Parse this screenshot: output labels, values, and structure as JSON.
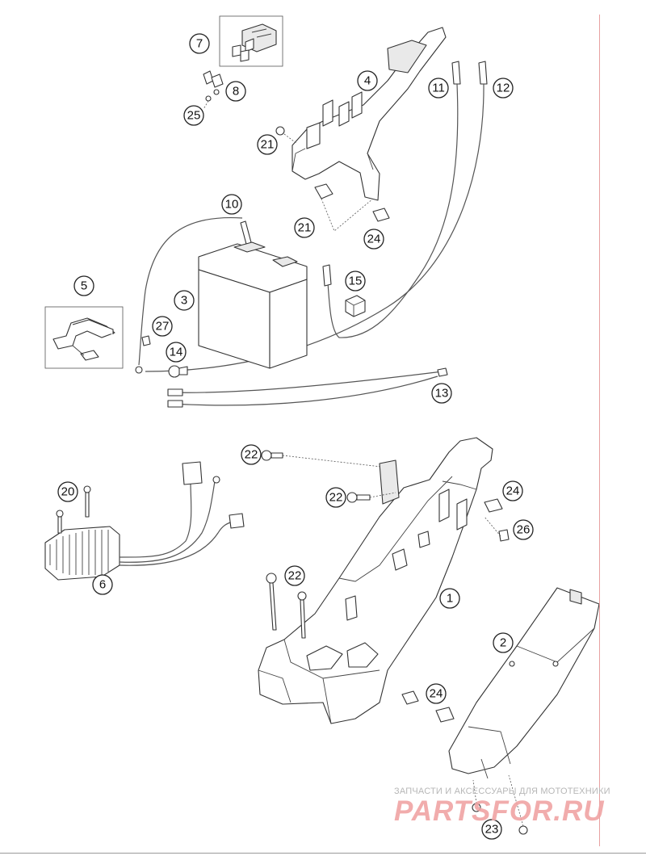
{
  "diagram": {
    "callouts": [
      {
        "id": "c7",
        "label": "7"
      },
      {
        "id": "c8",
        "label": "8"
      },
      {
        "id": "c25",
        "label": "25"
      },
      {
        "id": "c4",
        "label": "4"
      },
      {
        "id": "c11",
        "label": "11"
      },
      {
        "id": "c12",
        "label": "12"
      },
      {
        "id": "c21a",
        "label": "21"
      },
      {
        "id": "c21b",
        "label": "21"
      },
      {
        "id": "c24a",
        "label": "24"
      },
      {
        "id": "c10",
        "label": "10"
      },
      {
        "id": "c15",
        "label": "15"
      },
      {
        "id": "c5",
        "label": "5"
      },
      {
        "id": "c3",
        "label": "3"
      },
      {
        "id": "c27",
        "label": "27"
      },
      {
        "id": "c14",
        "label": "14"
      },
      {
        "id": "c13",
        "label": "13"
      },
      {
        "id": "c22a",
        "label": "22"
      },
      {
        "id": "c20",
        "label": "20"
      },
      {
        "id": "c22b",
        "label": "22"
      },
      {
        "id": "c24b",
        "label": "24"
      },
      {
        "id": "c26",
        "label": "26"
      },
      {
        "id": "c22c",
        "label": "22"
      },
      {
        "id": "c6",
        "label": "6"
      },
      {
        "id": "c1",
        "label": "1"
      },
      {
        "id": "c2",
        "label": "2"
      },
      {
        "id": "c24c",
        "label": "24"
      },
      {
        "id": "c23",
        "label": "23"
      }
    ]
  },
  "watermark": {
    "tagline": "ЗАПЧАСТИ И АКСЕССУАРЫ ДЛЯ МОТОТЕХНИКИ",
    "logo": "PARTSFOR.RU",
    "color": "#f0a4a4"
  }
}
